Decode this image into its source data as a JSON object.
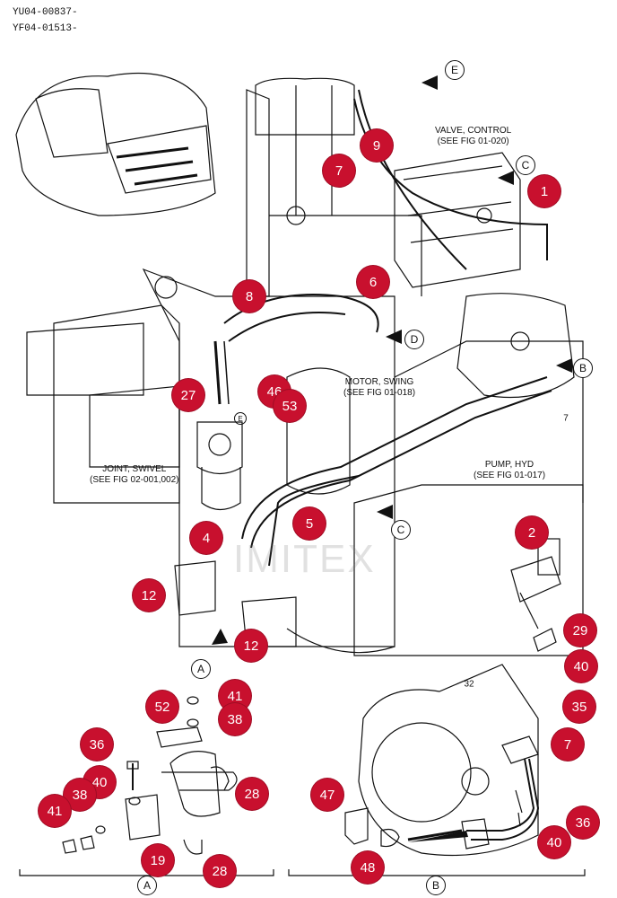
{
  "header": {
    "code_line_1": "YU04-00837-",
    "code_line_2": "YF04-01513-"
  },
  "labels": {
    "valve_control": [
      "VALVE, CONTROL",
      "(SEE FIG 01-020)"
    ],
    "motor_swing": [
      "MOTOR, SWING",
      "(SEE FIG 01-018)"
    ],
    "joint_swivel": [
      "JOINT, SWIVEL",
      "(SEE FIG 02-001,002)"
    ],
    "pump_hyd": [
      "PUMP, HYD",
      "(SEE FIG 01-017)"
    ]
  },
  "view_markers": {
    "A": "A",
    "B": "B",
    "C": "C",
    "D": "D",
    "E": "E"
  },
  "detail_views": {
    "left": "A",
    "right": "B"
  },
  "plain_numbers": {
    "seven": "7",
    "thirtytwo": "32",
    "e_small": "E"
  },
  "watermark": "IMITEX",
  "callouts": {
    "c1": "1",
    "c7a": "7",
    "c9": "9",
    "c6": "6",
    "c8": "8",
    "c27": "27",
    "c46": "46",
    "c53": "53",
    "c4": "4",
    "c5": "5",
    "c12a": "12",
    "c12b": "12",
    "c2": "2",
    "c29": "29",
    "c40a": "40",
    "c35": "35",
    "c7b": "7",
    "c41a": "41",
    "c52": "52",
    "c38a": "38",
    "c36a": "36",
    "c40b": "40",
    "c38b": "38",
    "c41b": "41",
    "c28a": "28",
    "c19": "19",
    "c28b": "28",
    "c47": "47",
    "c48": "48",
    "c36b": "36",
    "c40c": "40"
  },
  "colors": {
    "callout": "#c8102e",
    "line": "#111111"
  }
}
